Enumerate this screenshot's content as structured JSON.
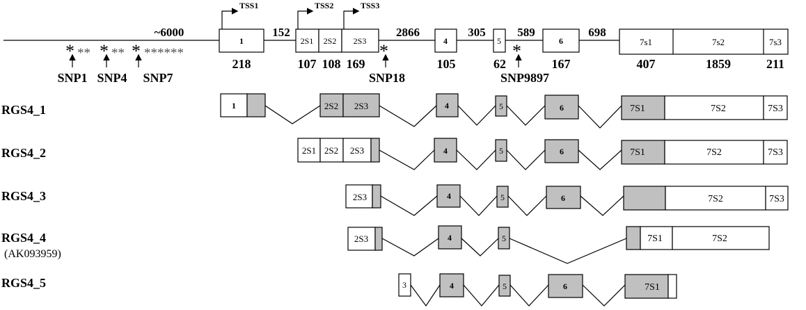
{
  "gene": {
    "tss": [
      "TSS1",
      "TSS2",
      "TSS3"
    ],
    "upstream_length": "~6000",
    "intron_lengths": [
      "152",
      "2866",
      "305",
      "589",
      "698"
    ],
    "exon_labels": [
      "1",
      "2S1",
      "2S2",
      "2S3",
      "4",
      "5",
      "6",
      "7s1",
      "7s2",
      "7s3"
    ],
    "exon_sizes": [
      "218",
      "107",
      "108",
      "169",
      "105",
      "62",
      "167",
      "407",
      "1859",
      "211"
    ],
    "snp_stars_1": "**",
    "snp_stars_2": "**",
    "snp_stars_3": "******",
    "snp_star": "*",
    "snps": [
      "SNP1",
      "SNP4",
      "SNP7",
      "SNP18",
      "SNP9897"
    ]
  },
  "transcripts": [
    {
      "name": "RGS4_1",
      "sub": "",
      "exons": [
        "1",
        "2S2",
        "2S3",
        "4",
        "5",
        "6",
        "7S1",
        "7S2",
        "7S3"
      ]
    },
    {
      "name": "RGS4_2",
      "sub": "",
      "exons": [
        "2S1",
        "2S2",
        "2S3",
        "4",
        "5",
        "6",
        "7S1",
        "7S2",
        "7S3"
      ]
    },
    {
      "name": "RGS4_3",
      "sub": "",
      "exons": [
        "2S3",
        "4",
        "5",
        "6",
        "7S2",
        "7S3"
      ]
    },
    {
      "name": "RGS4_4",
      "sub": "(AK093959)",
      "exons": [
        "2S3",
        "4",
        "5",
        "7S1",
        "7S2"
      ]
    },
    {
      "name": "RGS4_5",
      "sub": "",
      "exons": [
        "3",
        "4",
        "5",
        "6",
        "7S1"
      ]
    }
  ],
  "colors": {
    "line": "#000000",
    "coding_fill": "#c0c0c0",
    "noncoding_fill": "#ffffff"
  }
}
